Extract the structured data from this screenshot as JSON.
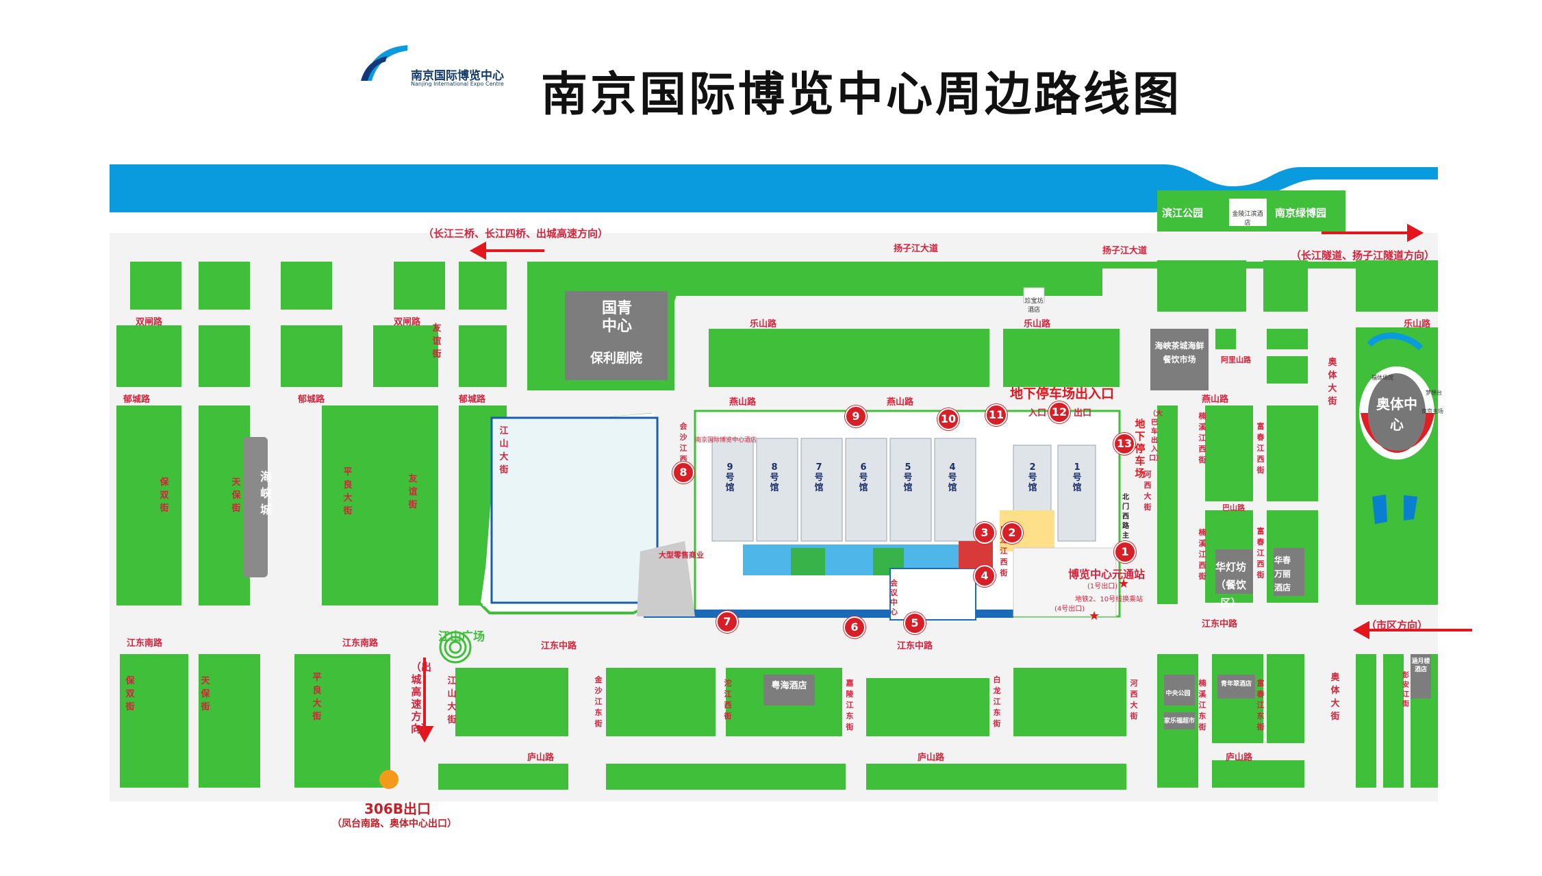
{
  "title": "南京国际博览中心周边路线图",
  "logo": {
    "cn": "南京国际博览中心",
    "en": "Nanjing International Expo Centre"
  },
  "colors": {
    "green": "#3fbf3a",
    "river": "#0a9ade",
    "road_label": "#d6223a",
    "marker": "#d61f26",
    "building": "#7a7a7a"
  },
  "directions": {
    "west_top": "（长江三桥、长江四桥、出城高速方向）",
    "east_top": "（长江隧道、扬子江隧道方向）",
    "city": "（市区方向）",
    "outbound": "（出城高速方向）"
  },
  "roads": {
    "yangzijiang_1": "扬子江大道",
    "yangzijiang_2": "扬子江大道",
    "shuangzha_1": "双闸路",
    "shuangzha_2": "双闸路",
    "yingcheng_1": "郁城路",
    "yingcheng_2": "郁城路",
    "yingcheng_3": "郁城路",
    "leshan_1": "乐山路",
    "leshan_2": "乐山路",
    "leshan_3": "乐山路",
    "yanshan_1": "燕山路",
    "yanshan_2": "燕山路",
    "yanshan_3": "燕山路",
    "alishan": "阿里山路",
    "bashan": "巴山路",
    "jiangdongnan_1": "江东南路",
    "jiangdongnan_2": "江东南路",
    "jiangdongzhong_1": "江东中路",
    "jiangdongzhong_2": "江东中路",
    "jiangdongzhong_3": "江东中路",
    "lushan_1": "庐山路",
    "lushan_2": "庐山路",
    "lushan_3": "庐山路",
    "youyi_1": "友谊街",
    "youyi_2": "友谊街",
    "baoshuang_1": "保双街",
    "baoshuang_2": "保双街",
    "tianbao_1": "天保街",
    "tianbao_2": "天保街",
    "pingliang_1": "平良大街",
    "pingliang_2": "平良大街",
    "jiangshan_1": "江山大街",
    "jiangshan_2": "江山大街",
    "huishaxi": "会沙江西街",
    "jinshajiang": "金沙江东街",
    "baijiang": "白龙江西街",
    "baijiang_dong": "白龙江东街",
    "hexi": "河西大街",
    "hexi_2": "河西大街",
    "nanxijiang_1": "楠溪江西街",
    "nanxijiang_2": "楠溪江西街",
    "nanxijiang_3": "楠溪江东街",
    "fuchunjiang_1": "富春江西街",
    "fuchunjiang_2": "富春江西街",
    "fuchunjiang_3": "富春江东街",
    "aoti_1": "奥体大街",
    "aoti_2": "奥体大街",
    "jialingjiang": "嘉陵江东街",
    "tuo": "沱江西街",
    "pengshan": "彭安江街",
    "northgate": "北门西路主入口"
  },
  "places": {
    "guoqing": "国青中心",
    "poly": "保利剧院",
    "haixia": "海峡城",
    "jiangshan_square": "江山广场",
    "binjiang": "滨江公园",
    "jinling": "金陵江滨酒店",
    "lvbo": "南京绿博园",
    "zhenbao": "珍宝坊酒店",
    "haixia_tea": "海峡茶城海鲜餐饮市场",
    "huadengfang": "华灯坊（餐饮区）",
    "huachun": "华春万丽酒店",
    "olympic": "奥体中心",
    "yuehai": "粤海酒店",
    "retail": "大型零售商业",
    "conference": "会议中心",
    "metro_station": "博览中心元通站",
    "metro_note_1": "(1号出口)",
    "metro_note_2": "地铁2、10号线换乘站",
    "metro_note_3": "(4号出口)",
    "underground_entrance": "地下停车场出入口",
    "entrance": "入口",
    "exit": "出口",
    "underground_parking": "地下停车场",
    "parking_exit": "（大巴车出入口）",
    "central_park": "中央公园",
    "jiale": "家乐福超市",
    "huadeng_small": "青年翠酒店",
    "hotel_east": "涵月楼酒店",
    "olympic_small_1": "福体场馆",
    "olympic_small_2": "梦想台",
    "olympic_small_3": "南京主场",
    "halls_note": "南京国际博览中心酒店",
    "exit_306b": "306B出口",
    "exit_306b_note": "（凤台南路、奥体中心出口）"
  },
  "halls": [
    "9号馆",
    "8号馆",
    "7号馆",
    "6号馆",
    "5号馆",
    "4号馆",
    "2号馆",
    "1号馆"
  ],
  "markers": [
    "1",
    "2",
    "3",
    "4",
    "5",
    "6",
    "7",
    "8",
    "9",
    "10",
    "11",
    "12",
    "13"
  ]
}
